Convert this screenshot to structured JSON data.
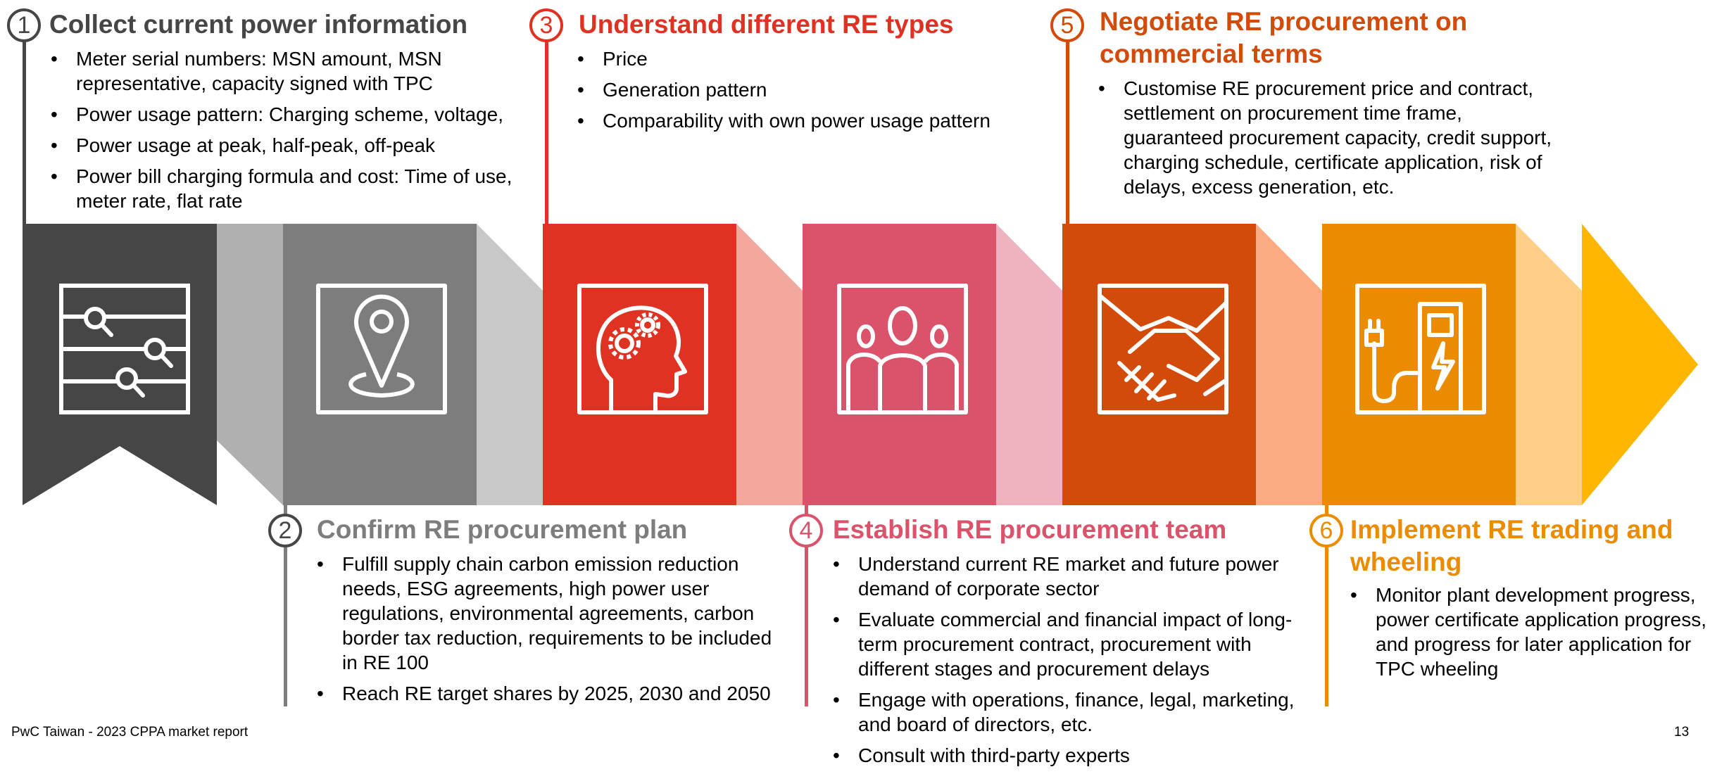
{
  "steps": [
    {
      "number": "1",
      "title": "Collect current power information",
      "color": "#464646",
      "icon": "sliders-search-icon",
      "bullets": [
        "Meter serial numbers: MSN amount, MSN representative, capacity signed with TPC",
        "Power usage pattern: Charging scheme, voltage,",
        "Power usage at peak, half-peak, off-peak",
        "Power bill charging formula and cost: Time of use, meter rate, flat rate"
      ]
    },
    {
      "number": "2",
      "title": "Confirm RE procurement plan",
      "color": "#7d7d7d",
      "icon": "location-pin-icon",
      "bullets": [
        "Fulfill supply chain carbon emission reduction needs, ESG agreements, high power user regulations, environmental agreements, carbon border tax reduction, requirements to be included in RE 100",
        "Reach RE target shares by 2025, 2030 and 2050"
      ]
    },
    {
      "number": "3",
      "title": "Understand different RE types",
      "color": "#e03222",
      "icon": "head-gears-icon",
      "bullets": [
        "Price",
        "Generation pattern",
        "Comparability with own power usage pattern"
      ]
    },
    {
      "number": "4",
      "title": "Establish RE procurement team",
      "color": "#db536a",
      "icon": "team-icon",
      "bullets": [
        "Understand current RE market and future power demand of corporate sector",
        "Evaluate commercial and financial impact of long-term procurement contract, procurement with different stages and procurement delays",
        "Engage with operations, finance, legal, marketing, and board of directors, etc.",
        "Consult with third-party experts"
      ]
    },
    {
      "number": "5",
      "title": "Negotiate RE procurement on commercial terms",
      "color": "#d24b0a",
      "icon": "handshake-icon",
      "bullets": [
        "Customise RE procurement price and contract, settlement on procurement time frame, guaranteed procurement capacity, credit support, charging schedule, certificate application, risk of delays, excess generation, etc."
      ]
    },
    {
      "number": "6",
      "title": "Implement RE trading and wheeling",
      "color": "#eb8c00",
      "icon": "ev-charger-icon",
      "bullets": [
        "Monitor plant development progress, power certificate application progress, and progress for later application for TPC wheeling"
      ]
    }
  ],
  "footer": {
    "source": "PwC Taiwan - 2023 CPPA market report",
    "page_number": "13"
  },
  "colors": {
    "connector_1": "#b0b0b0",
    "connector_2": "#c8c8c8",
    "connector_3": "#f2a89d",
    "connector_4": "#eeb3bf",
    "connector_5": "#fbab82",
    "connector_6": "#ffcf8a",
    "arrow_head": "#ffb600"
  }
}
